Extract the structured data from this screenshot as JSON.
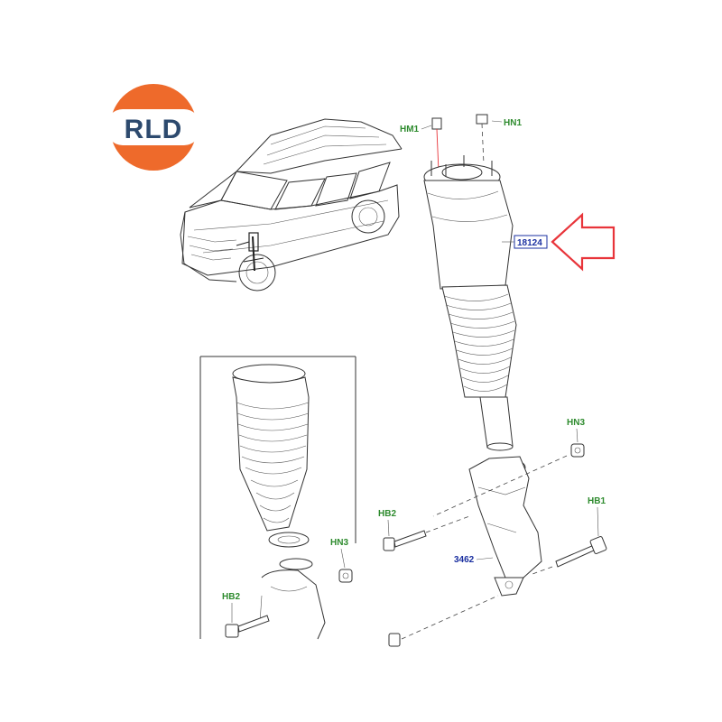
{
  "logo": {
    "text": "RLD",
    "colors": {
      "top": "#ee6a2b",
      "bottom": "#ee6a2b",
      "ring": "#ffffff",
      "text": "#2d4a6e"
    }
  },
  "labels": {
    "hm1": "HM1",
    "hn1": "HN1",
    "part_air_strut": "18124",
    "hn3_right": "HN3",
    "hb1": "HB1",
    "hb2_right": "HB2",
    "part_knuckle": "3462",
    "hn3_inset": "HN3",
    "hb2_inset": "HB2"
  },
  "colors": {
    "arrow": "#e8343a",
    "callout_green": "#2e8b2e",
    "callout_blue": "#1a2fa0",
    "line": "#333333"
  }
}
